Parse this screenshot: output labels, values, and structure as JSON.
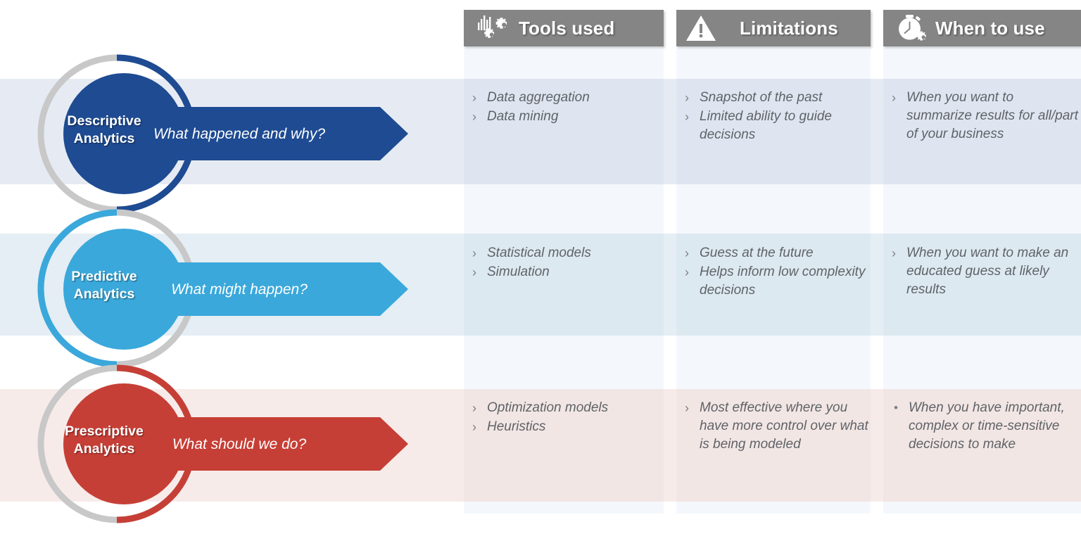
{
  "palette": {
    "descriptive": "#1e4b92",
    "predictive": "#3aa8db",
    "prescriptive": "#c63f36",
    "ring_gray": "#c8c8c8",
    "header_gray": "#858585",
    "bullet_text": "#5f6368",
    "band_descriptive": "#e6ebf3",
    "band_predictive": "#e4eef4",
    "band_prescriptive": "#f7ebe9"
  },
  "headers": [
    {
      "label": "Tools used",
      "icon": "gears-chart-icon"
    },
    {
      "label": "Limitations",
      "icon": "warning-triangle-icon"
    },
    {
      "label": "When to use",
      "icon": "stopwatch-gear-icon"
    }
  ],
  "rows": [
    {
      "title_line1": "Descriptive",
      "title_line2": "Analytics",
      "question": "What happened and why?",
      "color": "#1e4b92",
      "tools": [
        {
          "mark": "›",
          "text": "Data aggregation"
        },
        {
          "mark": "›",
          "text": "Data mining"
        }
      ],
      "limitations": [
        {
          "mark": "›",
          "text": "Snapshot of the past"
        },
        {
          "mark": "›",
          "text": "Limited ability to guide decisions"
        }
      ],
      "when_to_use": [
        {
          "mark": "›",
          "text": "When you want to summarize results for all/part of your business"
        }
      ]
    },
    {
      "title_line1": "Predictive",
      "title_line2": "Analytics",
      "question": "What might happen?",
      "color": "#3aa8db",
      "tools": [
        {
          "mark": "›",
          "text": "Statistical models"
        },
        {
          "mark": "›",
          "text": "Simulation"
        }
      ],
      "limitations": [
        {
          "mark": "›",
          "text": "Guess at the future"
        },
        {
          "mark": "›",
          "text": "Helps inform low complexity decisions"
        }
      ],
      "when_to_use": [
        {
          "mark": "›",
          "text": "When you want to make an educated guess at likely results"
        }
      ]
    },
    {
      "title_line1": "Prescriptive",
      "title_line2": "Analytics",
      "question": "What should we do?",
      "color": "#c63f36",
      "tools": [
        {
          "mark": "›",
          "text": "Optimization models"
        },
        {
          "mark": "›",
          "text": "Heuristics"
        }
      ],
      "limitations": [
        {
          "mark": "›",
          "text": "Most effective where you have more control over what is being modeled"
        }
      ],
      "when_to_use": [
        {
          "mark": "•",
          "text": "When you have important, complex or time-sensitive decisions to make"
        }
      ]
    }
  ]
}
